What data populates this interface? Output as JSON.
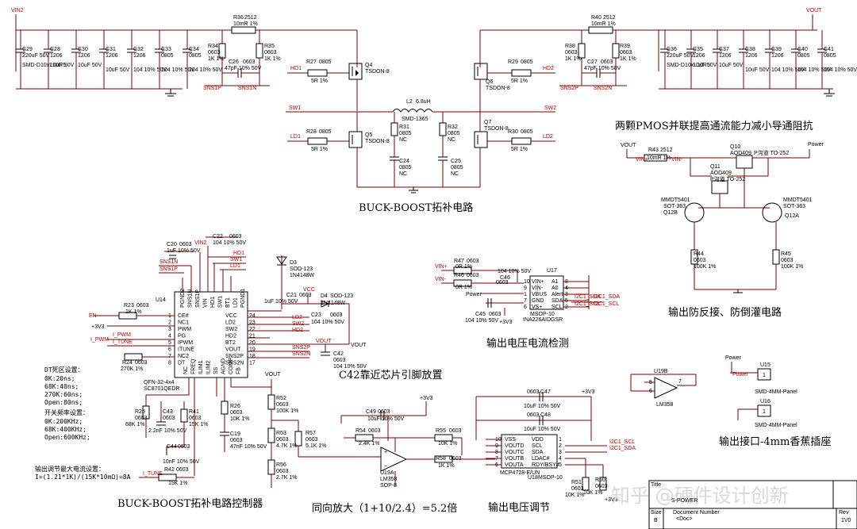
{
  "rails": {
    "vin2": "VIN2",
    "vout": "VOUT",
    "vcc": "VCC",
    "v33a": "+3V3",
    "v33b": "+3V3",
    "v33c": "+3V3",
    "power": "Power",
    "vin_pos": "VIN+",
    "vin_neg": "VIN-"
  },
  "titles": {
    "topology": "BUCK-BOOST拓补电路",
    "pmos": "两颗PMOS并联提高通流能力减小导通阻抗",
    "protect": "输出防反接、防倒灌电路",
    "sense": "输出电压电流检测",
    "c42": "C42靠近芯片引脚放置",
    "controller": "BUCK-BOOST拓补电路控制器",
    "amp": "同向放大（1+10/2.4）=5.2倍",
    "vadj": "输出电压调节",
    "connector": "输出接口-4mm香蕉插座"
  },
  "notes": {
    "dt_title": "DT死区设置：",
    "dt_lines": [
      "0K:20ns;",
      "68K:40ns;",
      "270K:60ns;",
      "Open:80ns;"
    ],
    "freq_title": "开关频率设置：",
    "freq_lines": [
      "0K:200KHz;",
      "68K:400KHz;",
      "Open:600KHz;"
    ],
    "cur_title": "输出调节最大电流设置：",
    "cur_line": "I=(1.21*1K)/(15K*10mΩ)=8A"
  },
  "inputCaps": [
    [
      "C29",
      "220uF 50V",
      "SMD-D10xL10R5"
    ],
    [
      "C28",
      "1206",
      "10uF 50V"
    ],
    [
      "C30",
      "1206",
      "10uF 50V"
    ],
    [
      "C31",
      "1206",
      "10uF 50V"
    ],
    [
      "C32",
      "1206",
      "104 10% 50V"
    ],
    [
      "C33",
      "0805",
      "104 10% 50V"
    ],
    [
      "C34",
      "0805",
      "104 10% 50V"
    ]
  ],
  "outputCaps": [
    [
      "C36",
      "220uF 50V",
      "SMD-D10xL10R5"
    ],
    [
      "C35",
      "1206",
      "10uF 50V"
    ],
    [
      "C37",
      "1206",
      "10uF 50V"
    ],
    [
      "C38",
      "1206",
      "10uF 50V"
    ],
    [
      "C39",
      "1206",
      "104 10% 50V"
    ],
    [
      "C40",
      "0805",
      "104 10% 50V"
    ],
    [
      "C41",
      "0805",
      "104 10% 50V"
    ]
  ],
  "parts": {
    "r36": [
      "R36",
      "2512",
      "10mR 1%"
    ],
    "r40": [
      "R40",
      "2512",
      "10mR 1%"
    ],
    "r34": [
      "R34",
      "0603",
      "1K 1%"
    ],
    "r35": [
      "R35",
      "0603",
      "1K 1%"
    ],
    "c26": [
      "C26",
      "0603",
      "47pF 10% 50V"
    ],
    "r38": [
      "R38",
      "0603",
      "1K 1%"
    ],
    "r39": [
      "R39",
      "0603",
      "1K 1%"
    ],
    "c27": [
      "C27",
      "0603",
      "47pF 10% 50V"
    ],
    "r27": [
      "R27",
      "0805",
      "5R 1%"
    ],
    "r29": [
      "R29",
      "0805",
      "5R 1%"
    ],
    "r28": [
      "R28",
      "0805",
      "5R 1%"
    ],
    "r30": [
      "R30",
      "0805",
      "5R 1%"
    ],
    "q4": [
      "Q4",
      "TSDON-8"
    ],
    "q6": [
      "Q6",
      "TSDON-8"
    ],
    "q5": [
      "Q5",
      "TSDON-8"
    ],
    "q7": [
      "Q7",
      "TSDON-8"
    ],
    "l2": [
      "L2",
      "6.8uH",
      "SMD-1365"
    ],
    "r31": [
      "R31",
      "0805",
      "NC"
    ],
    "r32": [
      "R32",
      "0805",
      "NC"
    ],
    "c24": [
      "C24",
      "0805",
      "NC"
    ],
    "c25": [
      "C25",
      "0805",
      "NC"
    ],
    "r43": [
      "R43",
      "2512",
      "10mR 1%"
    ],
    "q10": [
      "Q10",
      "AOD409",
      "P沟道 TO-252"
    ],
    "q11": [
      "Q11",
      "AOD409",
      "P沟道 TO-252"
    ],
    "q12b": [
      "MMDT5401",
      "SOT-363",
      "Q12B"
    ],
    "q12a": [
      "MMDT5401",
      "SOT-363",
      "Q12A"
    ],
    "r44": [
      "R44",
      "0603",
      "100K 1%"
    ],
    "r45": [
      "R45",
      "0603",
      "100K 1%"
    ],
    "r47": [
      "R47",
      "0603",
      "0R 1%"
    ],
    "r46": [
      "R46",
      "0603",
      "0R 1%"
    ],
    "c46": [
      "C46",
      "0603",
      "104 10% 50V"
    ],
    "c45": [
      "C45",
      "0603",
      "104 10% 50V"
    ],
    "u17": [
      "U17",
      "MSOP-10",
      "INA226AIDGSR"
    ],
    "c20": [
      "C20",
      "0603",
      "1uF 10% 50V"
    ],
    "c22": [
      "C22",
      "0603",
      "104 10% 50V"
    ],
    "d3": [
      "D3",
      "SOD-123",
      "1N4148W"
    ],
    "d4": [
      "D4",
      "SOD-123",
      "1N4148W"
    ],
    "c21": [
      "C21",
      "0603",
      "1uF 10% 50V"
    ],
    "c23": [
      "C23",
      "0603",
      "104 10% 50V"
    ],
    "c42": [
      "C42",
      "0603",
      "104 10% 50V"
    ],
    "r23": [
      "R23",
      "0603",
      "1K 1%"
    ],
    "r24": [
      "R24",
      "0603",
      "270K 1%"
    ],
    "u14": [
      "U14",
      "QFN-32-4x4",
      "SC8701QEDR"
    ],
    "r25": [
      "R25",
      "0603",
      "68K 1%"
    ],
    "c43": [
      "C43",
      "0603",
      "2.2nF 10% 50V"
    ],
    "r41": [
      "R41",
      "0603",
      "15K 1%"
    ],
    "c44": [
      "C44",
      "0603",
      "10nF 10% 50V"
    ],
    "r42": [
      "R42",
      "0603",
      "15K 1%"
    ],
    "r26": [
      "R26",
      "0603",
      "10K 1%"
    ],
    "c19": [
      "C19",
      "0603",
      "47nF 10% 50V"
    ],
    "r52": [
      "R52",
      "0603",
      "100K 1%"
    ],
    "r53": [
      "R53",
      "0603",
      "4.7K 1%"
    ],
    "r56": [
      "R56",
      "0603",
      "2.7K 1%"
    ],
    "r57": [
      "R57",
      "0603",
      "5.1K 1%"
    ],
    "c49": [
      "C49",
      "0603",
      "10uF 10% 50V"
    ],
    "r54": [
      "R54",
      "0603",
      "2.4K 1%"
    ],
    "r55": [
      "R55",
      "0603",
      "10K 1%"
    ],
    "r58": [
      "R58",
      "0603",
      "1K 1%"
    ],
    "u19a": [
      "U19A",
      "LM358",
      "SOP-8"
    ],
    "u19b": [
      "U19B",
      "LM358"
    ],
    "c47": [
      "C47",
      "0603",
      "10uF 10% 50V"
    ],
    "c48": [
      "C48",
      "0603",
      "10uF 10% 50V"
    ],
    "u18": [
      "U18",
      "MCP4728-E/UN",
      "MSOP-10"
    ],
    "r51": [
      "R51",
      "0603",
      "10K 1%"
    ],
    "r50": [
      "R50",
      "0603",
      "10K 1%"
    ],
    "u15": [
      "U15",
      "SMD-4MM-Panel"
    ],
    "u16": [
      "U16",
      "SMD-4MM-Panel"
    ]
  },
  "nets": {
    "hd1": "HD1",
    "hd2": "HD2",
    "ld1": "LD1",
    "ld2": "LD2",
    "sw1": "SW1",
    "sw2": "SW2",
    "sns1p": "SNS1P",
    "sns1n": "SNS1N",
    "sns2p": "SNS2P",
    "sns2n": "SNS2N",
    "en": "EN",
    "ipwm": "I_PWM",
    "itune": "I_TUNE",
    "i2c_sda": "I2C1_SDA",
    "i2c_scl": "I2C1_SCL"
  },
  "u14pins": {
    "left": [
      [
        "CE#",
        "1"
      ],
      [
        "NC1",
        "2"
      ],
      [
        "PWM",
        "3"
      ],
      [
        "PG",
        "4"
      ],
      [
        "IPWM",
        "5"
      ],
      [
        "ITUNE",
        "6"
      ],
      [
        "NC2",
        "7"
      ],
      [
        "DT",
        "8"
      ]
    ],
    "right": [
      [
        "VCC",
        "24"
      ],
      [
        "LD2",
        "23"
      ],
      [
        "SW2",
        "22"
      ],
      [
        "HD2",
        "21"
      ],
      [
        "BT2",
        "20"
      ],
      [
        "VOUT",
        "19"
      ],
      [
        "SNS2P",
        "18"
      ],
      [
        "SNS2N",
        "17"
      ]
    ],
    "top": [
      "PGND2",
      "SNS1N",
      "SNS1P",
      "VIN",
      "HD1",
      "SW1",
      "BT1",
      "LD1",
      "PGND1"
    ],
    "bottom": [
      "NC",
      "FREQ",
      "ILIM1",
      "ILIM2",
      "SS",
      "AGND",
      "COMP",
      "FB"
    ]
  },
  "u17pins": {
    "left": [
      [
        "VIN+",
        "10"
      ],
      [
        "VIN-",
        "9"
      ],
      [
        "VBUS",
        "1"
      ],
      [
        "GND",
        "7"
      ],
      [
        "VS+",
        "6"
      ]
    ],
    "right": [
      [
        "A1",
        "8"
      ],
      [
        "A0",
        "4"
      ],
      [
        "Alert",
        "3"
      ],
      [
        "SDA",
        "5"
      ],
      [
        "SCL",
        "2"
      ]
    ]
  },
  "u18pins": {
    "left": [
      [
        "VSS",
        "10"
      ],
      [
        "VOUTD",
        "9"
      ],
      [
        "VOUTC",
        "8"
      ],
      [
        "VOUTB",
        "7"
      ],
      [
        "VOUTA",
        "6"
      ]
    ],
    "right": [
      [
        "VDD",
        "1"
      ],
      [
        "SCL",
        "2"
      ],
      [
        "SDA",
        "3"
      ],
      [
        "LDAC#",
        "4"
      ],
      [
        "RDY/BSY#",
        "5"
      ]
    ]
  },
  "titleblock": {
    "title_label": "Title",
    "title": "S-POWER",
    "size_label": "Size",
    "size": "B",
    "doc_label": "Document Number",
    "doc": "<Doc>",
    "rev_label": "Rev",
    "rev": "1V0"
  },
  "watermark": "知乎 @硬件设计创新"
}
